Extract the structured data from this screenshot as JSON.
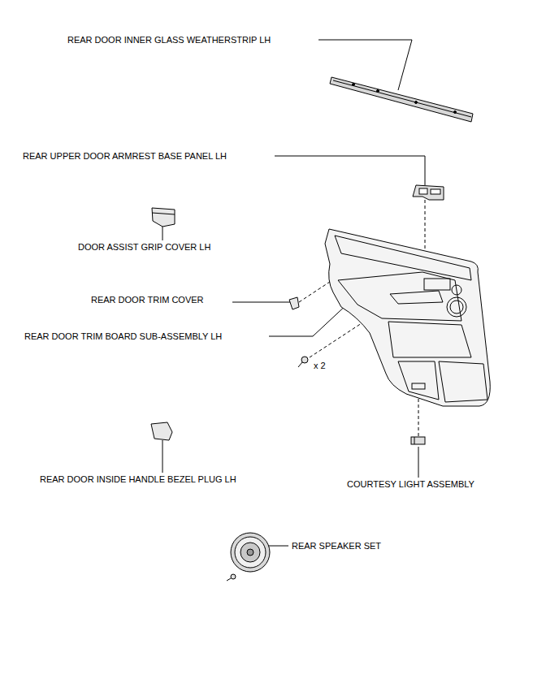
{
  "diagram": {
    "labels": [
      "REAR DOOR INNER GLASS WEATHERSTRIP LH",
      "REAR UPPER DOOR ARMREST BASE PANEL LH",
      "DOOR ASSIST GRIP COVER LH",
      "REAR DOOR TRIM COVER",
      "REAR DOOR TRIM BOARD SUB-ASSEMBLY LH",
      "x 2",
      "REAR DOOR INSIDE HANDLE BEZEL PLUG LH",
      "COURTESY LIGHT ASSEMBLY",
      "REAR SPEAKER SET"
    ]
  }
}
